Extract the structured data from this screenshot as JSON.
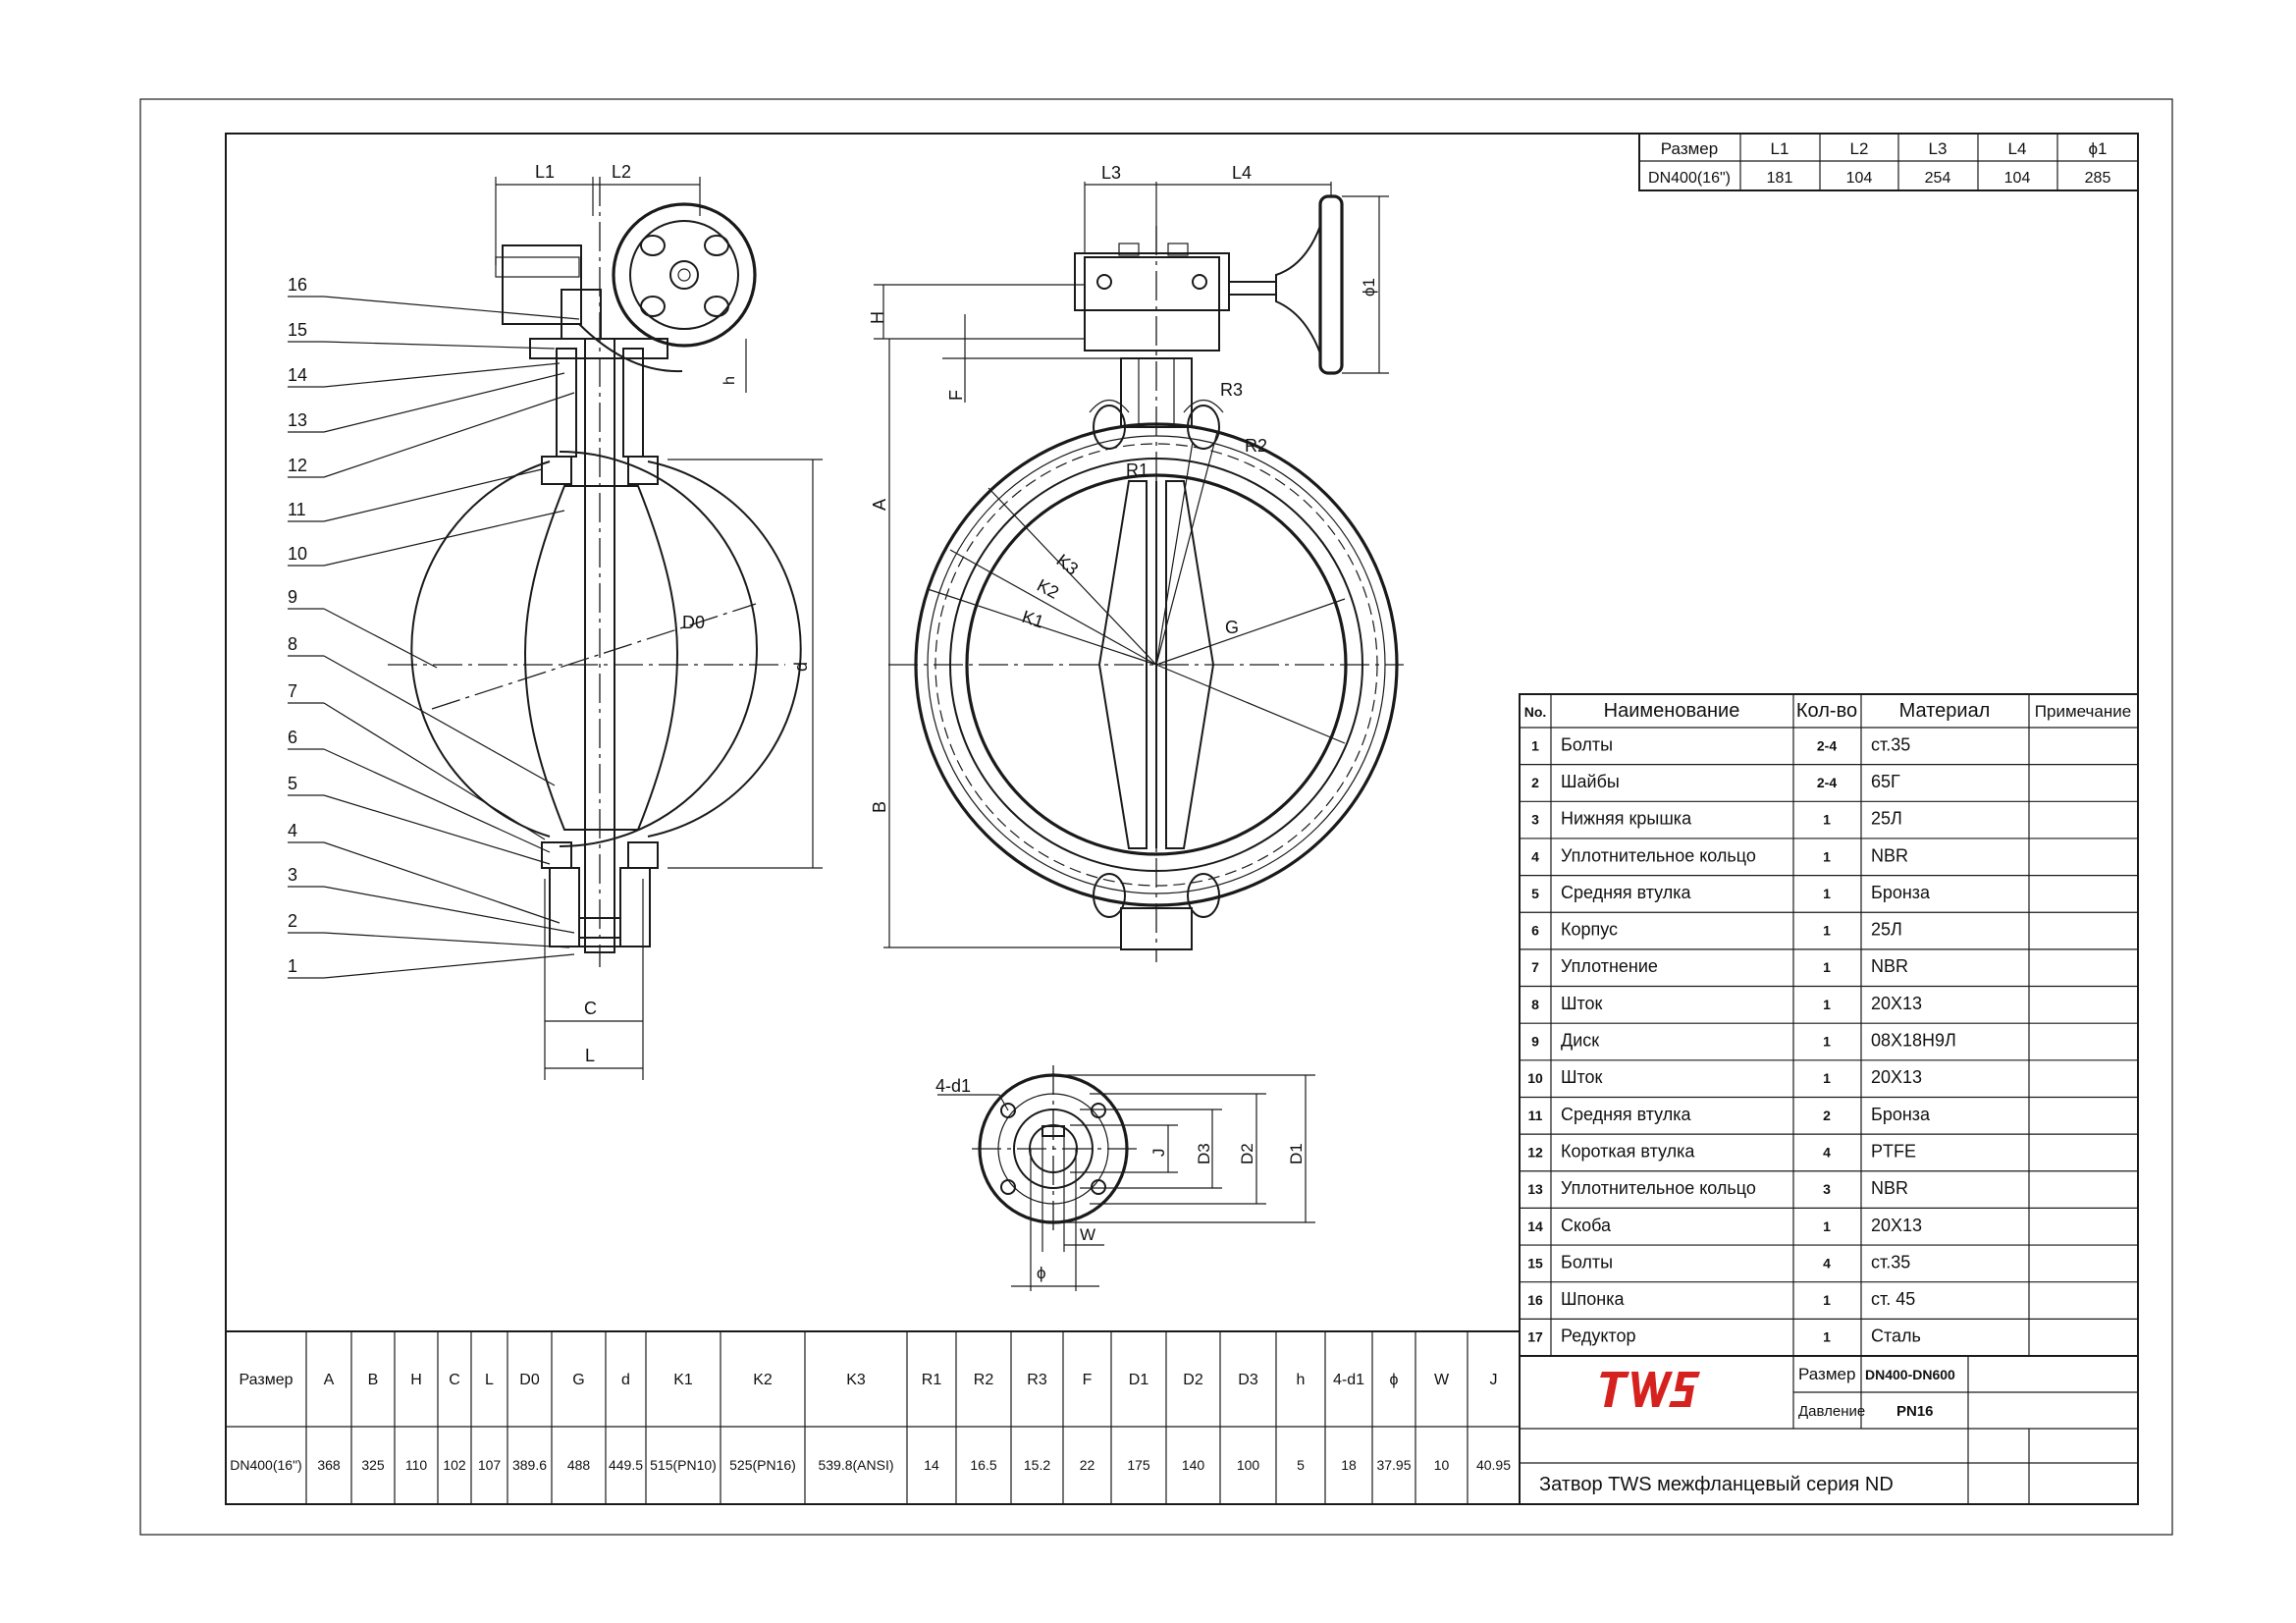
{
  "top_table": {
    "headers": [
      "Размер",
      "L1",
      "L2",
      "L3",
      "L4",
      "ϕ1"
    ],
    "row": [
      "DN400(16\")",
      "181",
      "104",
      "254",
      "104",
      "285"
    ]
  },
  "bottom_table": {
    "headers": [
      "Размер",
      "A",
      "B",
      "H",
      "C",
      "L",
      "D0",
      "G",
      "d",
      "K1",
      "K2",
      "K3",
      "R1",
      "R2",
      "R3",
      "F",
      "D1",
      "D2",
      "D3",
      "h",
      "4-d1",
      "ϕ",
      "W",
      "J"
    ],
    "row": [
      "DN400(16\")",
      "368",
      "325",
      "110",
      "102",
      "107",
      "389.6",
      "488",
      "449.5",
      "515(PN10)",
      "525(PN16)",
      "539.8(ANSI)",
      "14",
      "16.5",
      "15.2",
      "22",
      "175",
      "140",
      "100",
      "5",
      "18",
      "37.95",
      "10",
      "40.95"
    ]
  },
  "parts_table": {
    "headers": [
      "No.",
      "Наименование",
      "Кол-во",
      "Материал",
      "Примечание"
    ],
    "rows": [
      [
        "1",
        "Болты",
        "2-4",
        "ст.35",
        ""
      ],
      [
        "2",
        "Шайбы",
        "2-4",
        "65Г",
        ""
      ],
      [
        "3",
        "Нижняя крышка",
        "1",
        "25Л",
        ""
      ],
      [
        "4",
        "Уплотнительное кольцо",
        "1",
        "NBR",
        ""
      ],
      [
        "5",
        "Средняя втулка",
        "1",
        "Бронза",
        ""
      ],
      [
        "6",
        "Корпус",
        "1",
        "25Л",
        ""
      ],
      [
        "7",
        "Уплотнение",
        "1",
        "NBR",
        ""
      ],
      [
        "8",
        "Шток",
        "1",
        "20X13",
        ""
      ],
      [
        "9",
        "Диск",
        "1",
        "08X18H9Л",
        ""
      ],
      [
        "10",
        "Шток",
        "1",
        "20X13",
        ""
      ],
      [
        "11",
        "Средняя втулка",
        "2",
        "Бронза",
        ""
      ],
      [
        "12",
        "Короткая втулка",
        "4",
        "PTFE",
        ""
      ],
      [
        "13",
        "Уплотнительное кольцо",
        "3",
        "NBR",
        ""
      ],
      [
        "14",
        "Скоба",
        "1",
        "20X13",
        ""
      ],
      [
        "15",
        "Болты",
        "4",
        "ст.35",
        ""
      ],
      [
        "16",
        "Шпонка",
        "1",
        "ст. 45",
        ""
      ],
      [
        "17",
        "Редуктор",
        "1",
        "Сталь",
        ""
      ]
    ]
  },
  "title_block": {
    "logo": "TWS",
    "size_label": "Размер",
    "size_value": "DN400-DN600",
    "pressure_label": "Давление",
    "pressure_value": "PN16",
    "title": "Затвор TWS межфланцевый серия ND"
  },
  "callouts": [
    "16",
    "15",
    "14",
    "13",
    "12",
    "11",
    "10",
    "9",
    "8",
    "7",
    "6",
    "5",
    "4",
    "3",
    "2",
    "1"
  ],
  "dimension_labels": {
    "side": [
      "L1",
      "L2",
      "h",
      "D0",
      "d",
      "C",
      "L"
    ],
    "front": [
      "L3",
      "L4",
      "H",
      "F",
      "A",
      "B",
      "ϕ1",
      "R3",
      "R2",
      "R1",
      "K3",
      "K2",
      "K1",
      "G"
    ],
    "flange": [
      "4-d1",
      "J",
      "D3",
      "D2",
      "D1",
      "W",
      "ϕ"
    ]
  },
  "colors": {
    "line": "#1a1a1a",
    "logo_red": "#d6221e"
  }
}
